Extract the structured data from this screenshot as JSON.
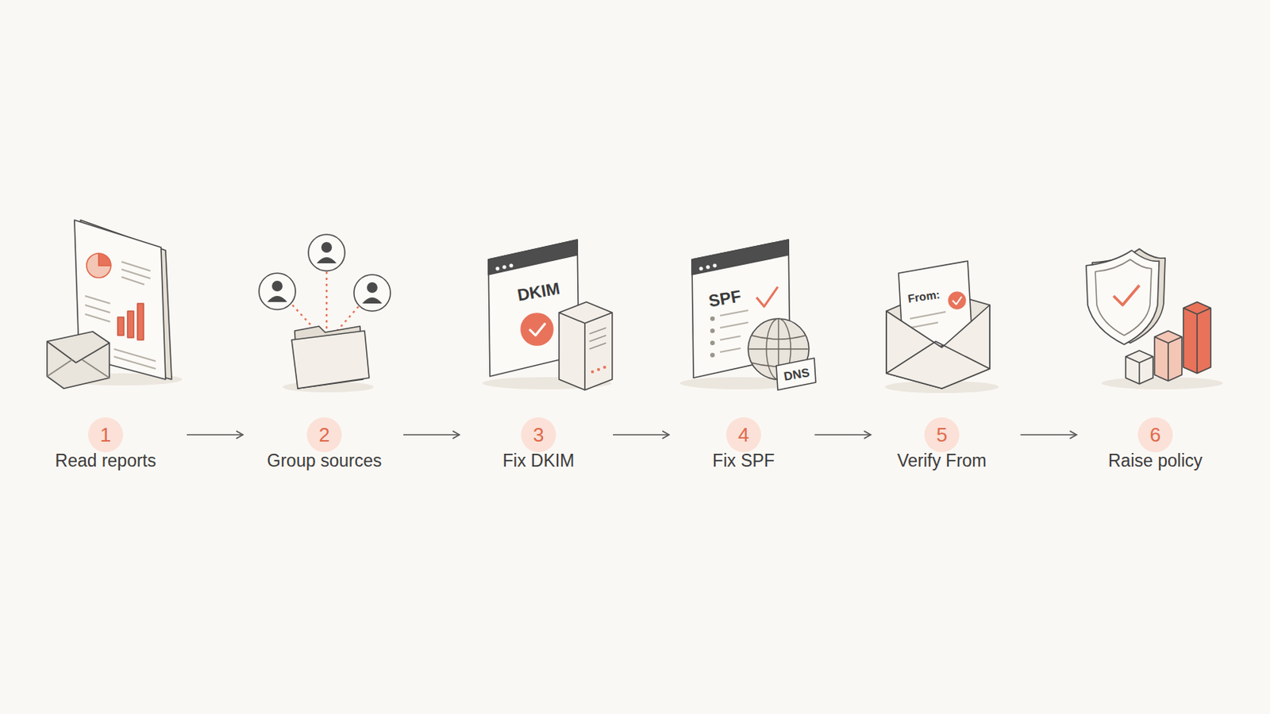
{
  "diagram": {
    "nodes": [
      {
        "text": [
          "1",
          "Read reports"
        ]
      },
      {
        "text": [
          "2",
          "Group sources"
        ]
      },
      {
        "text": [
          "3",
          "Fix DKIM"
        ]
      },
      {
        "text": [
          "4",
          "Fix SPF"
        ]
      },
      {
        "text": [
          "5",
          "Verify From"
        ]
      },
      {
        "text": [
          "6",
          "Raise policy"
        ]
      }
    ],
    "edges": [
      {
        "from": 0,
        "to": 1,
        "arrow": "to"
      },
      {
        "from": 1,
        "to": 2,
        "arrow": "to"
      },
      {
        "from": 2,
        "to": 3,
        "arrow": "to"
      },
      {
        "from": 3,
        "to": 4,
        "arrow": "to"
      },
      {
        "from": 4,
        "to": 5,
        "arrow": "to"
      }
    ],
    "labels": [
      "DKIM",
      "SPF",
      "DNS",
      "From:"
    ]
  }
}
